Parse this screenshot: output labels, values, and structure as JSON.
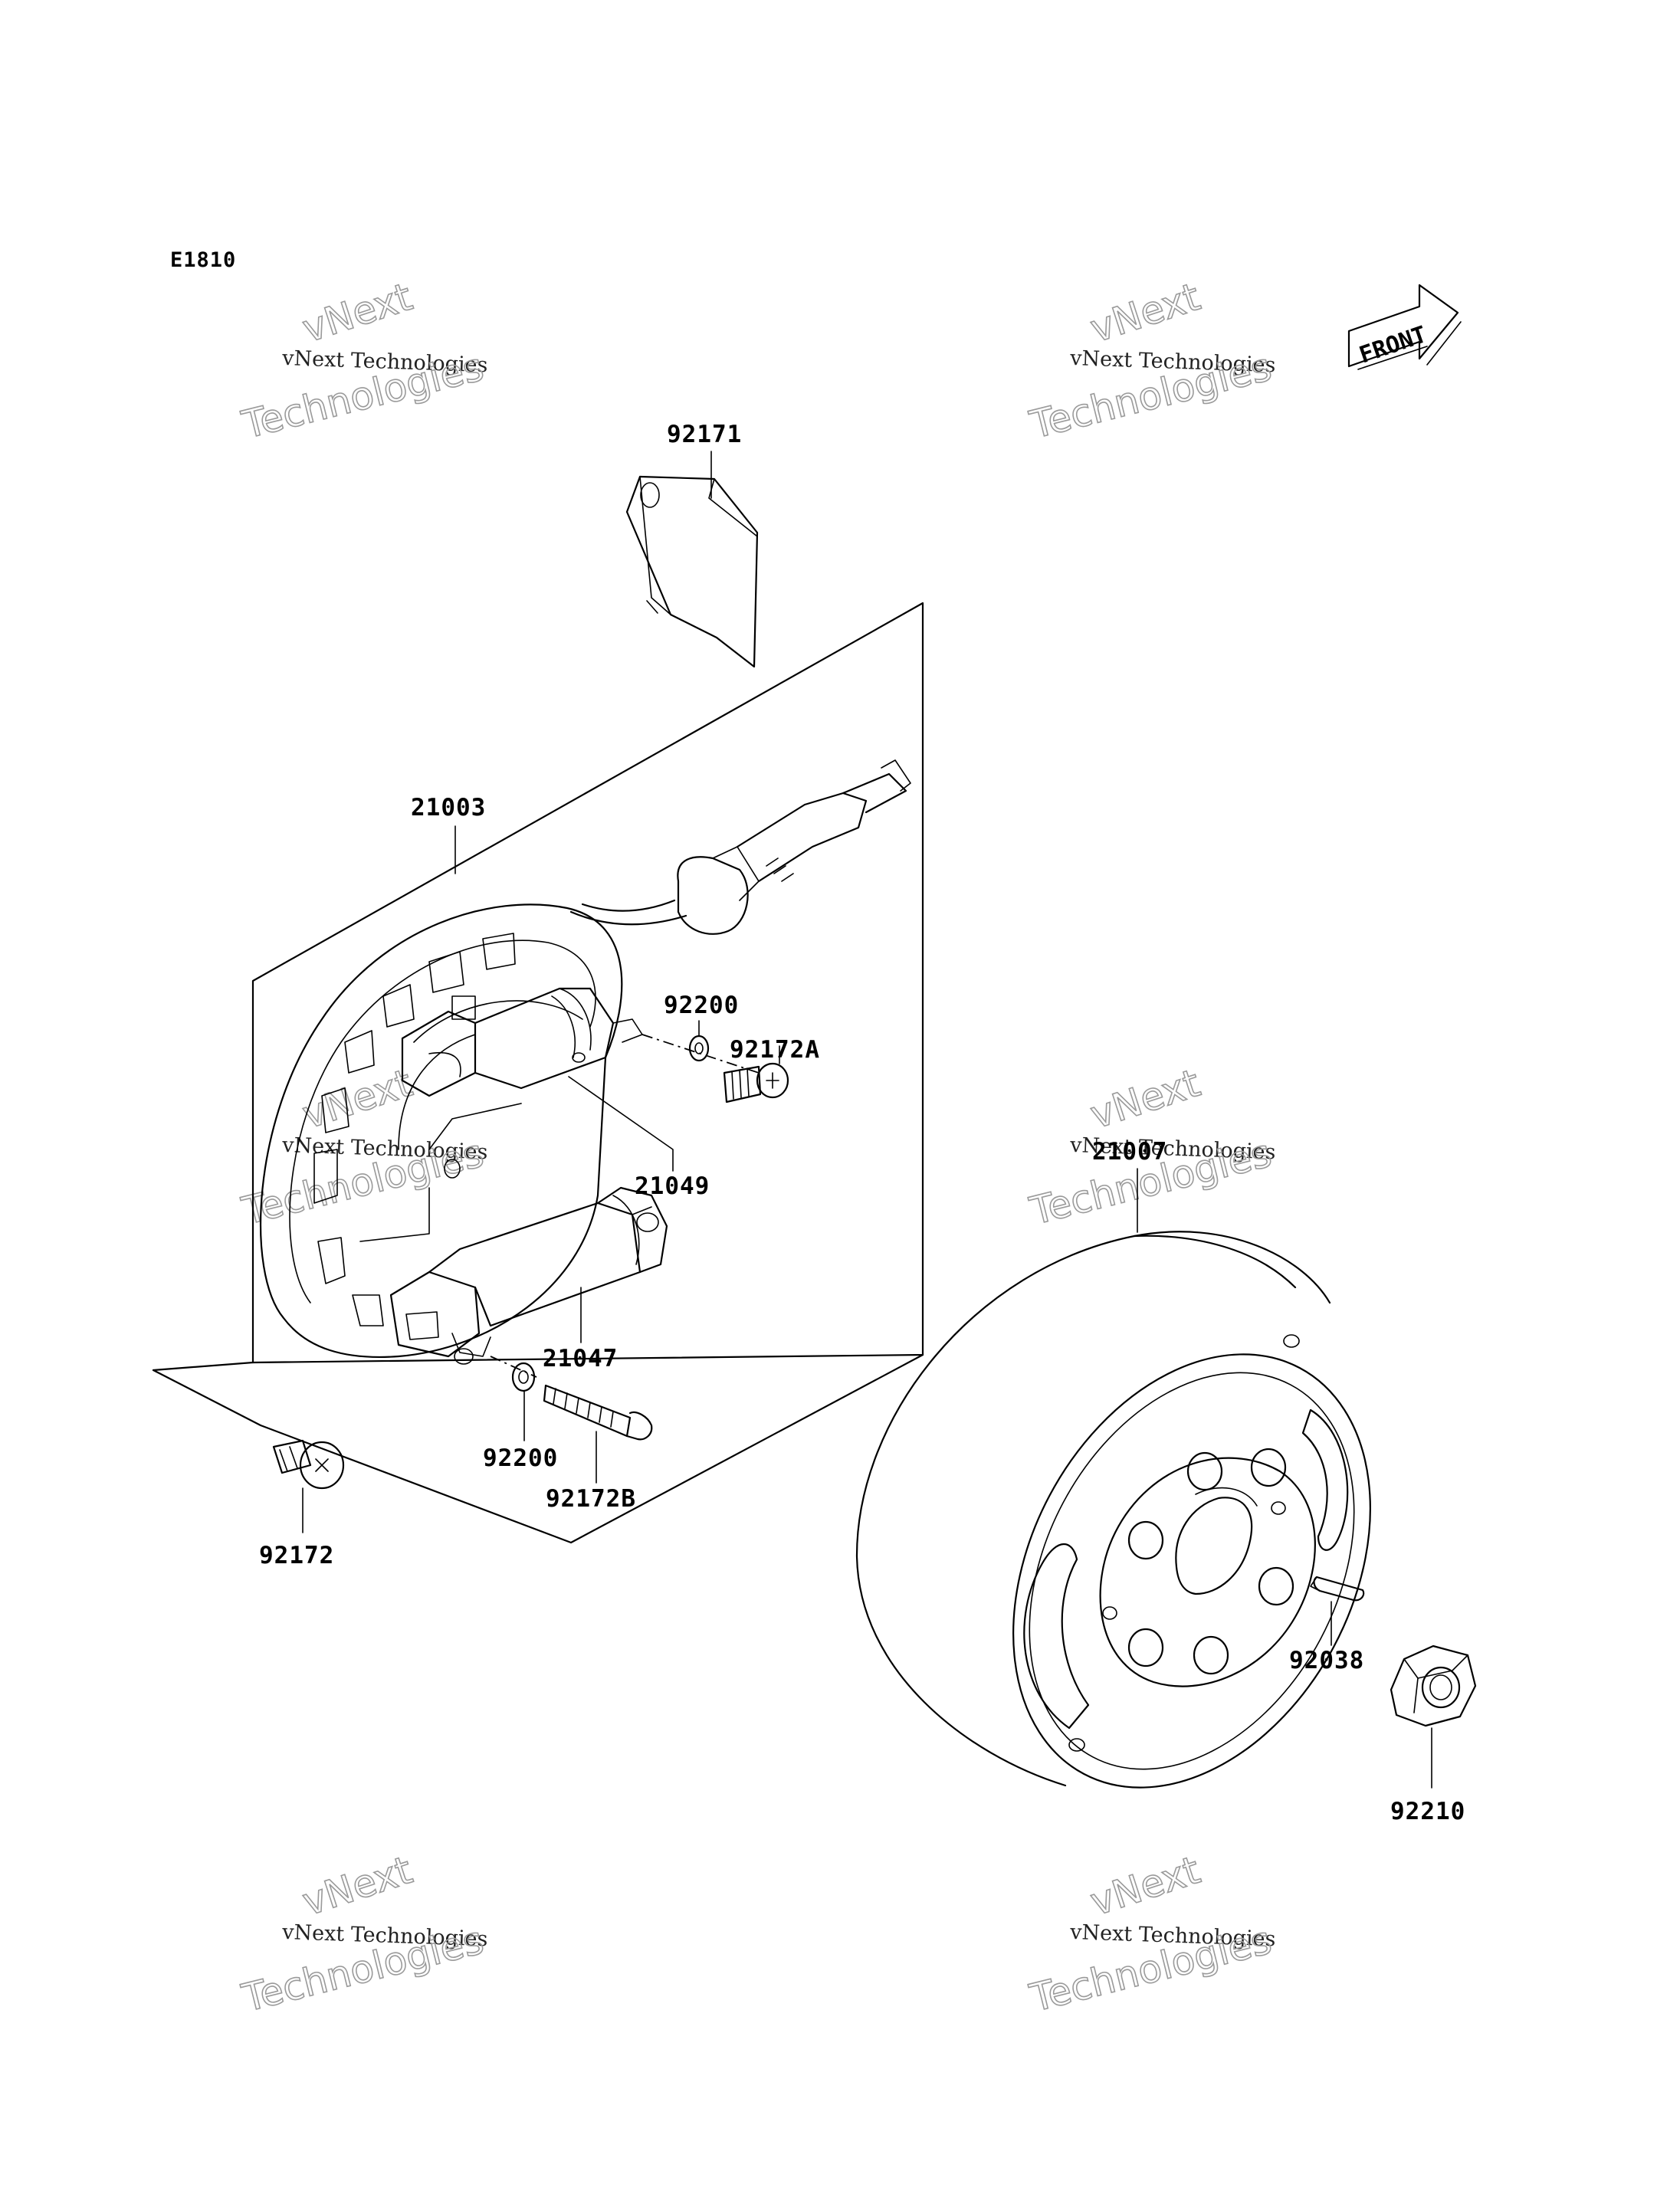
{
  "diagram_code": "E1810",
  "front_label": "FRONT",
  "watermarks": [
    {
      "line1": "vNext",
      "line2": "vNext Technologies",
      "line3": "Technologies"
    },
    {
      "line1": "vNext",
      "line2": "vNext Technologies",
      "line3": "Technologies"
    },
    {
      "line1": "vNext",
      "line2": "vNext Technologies",
      "line3": "Technologies"
    },
    {
      "line1": "vNext",
      "line2": "vNext Technologies",
      "line3": "Technologies"
    },
    {
      "line1": "vNext",
      "line2": "vNext Technologies",
      "line3": "Technologies"
    },
    {
      "line1": "vNext",
      "line2": "vNext Technologies",
      "line3": "Technologies"
    }
  ],
  "parts": {
    "p92171": "92171",
    "p21003": "21003",
    "p92200a": "92200",
    "p92172A": "92172A",
    "p21049": "21049",
    "p21047": "21047",
    "p92200b": "92200",
    "p92172B": "92172B",
    "p92172": "92172",
    "p21007": "21007",
    "p92038": "92038",
    "p92210": "92210"
  }
}
